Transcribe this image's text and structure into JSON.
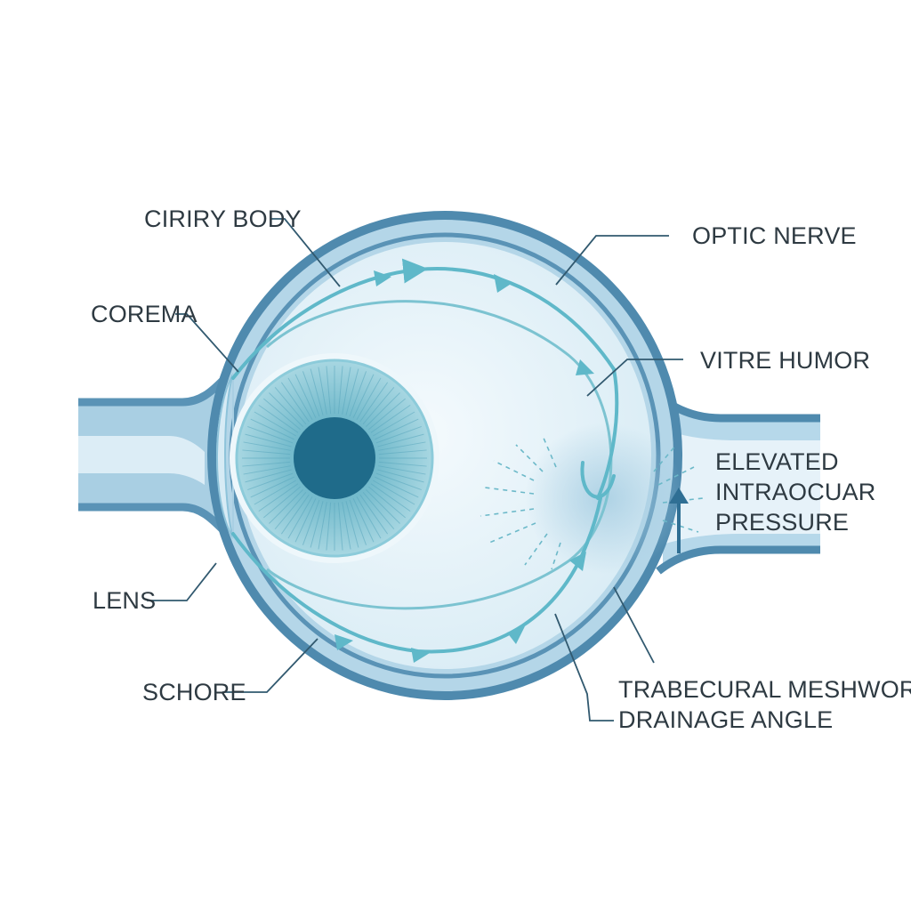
{
  "labels": {
    "ciliary_body": "CIRIRY BODY",
    "optic_nerve": "OPTIC NERVE",
    "cornea": "COREMA",
    "vitreous": "VITRE HUMOR",
    "pressure_line1": "ELEVATED",
    "pressure_line2": "INTRAOCUAR",
    "pressure_line3": "PRESSURE",
    "lens": "LENS",
    "sclera": "SCHORE",
    "trabecular_line1": "TRABECURAL MESHWORK",
    "trabecular_line2": "DRAINAGE ANGLE"
  },
  "colors": {
    "outer_wall": "#5a93b6",
    "wall_fill": "#b4d6e8",
    "inner_fill": "#e8f4fa",
    "flow": "#5fb8c9",
    "iris": "#78bccc",
    "pupil": "#1f6b8a",
    "text": "#2e3a42",
    "leader": "#31596f"
  }
}
